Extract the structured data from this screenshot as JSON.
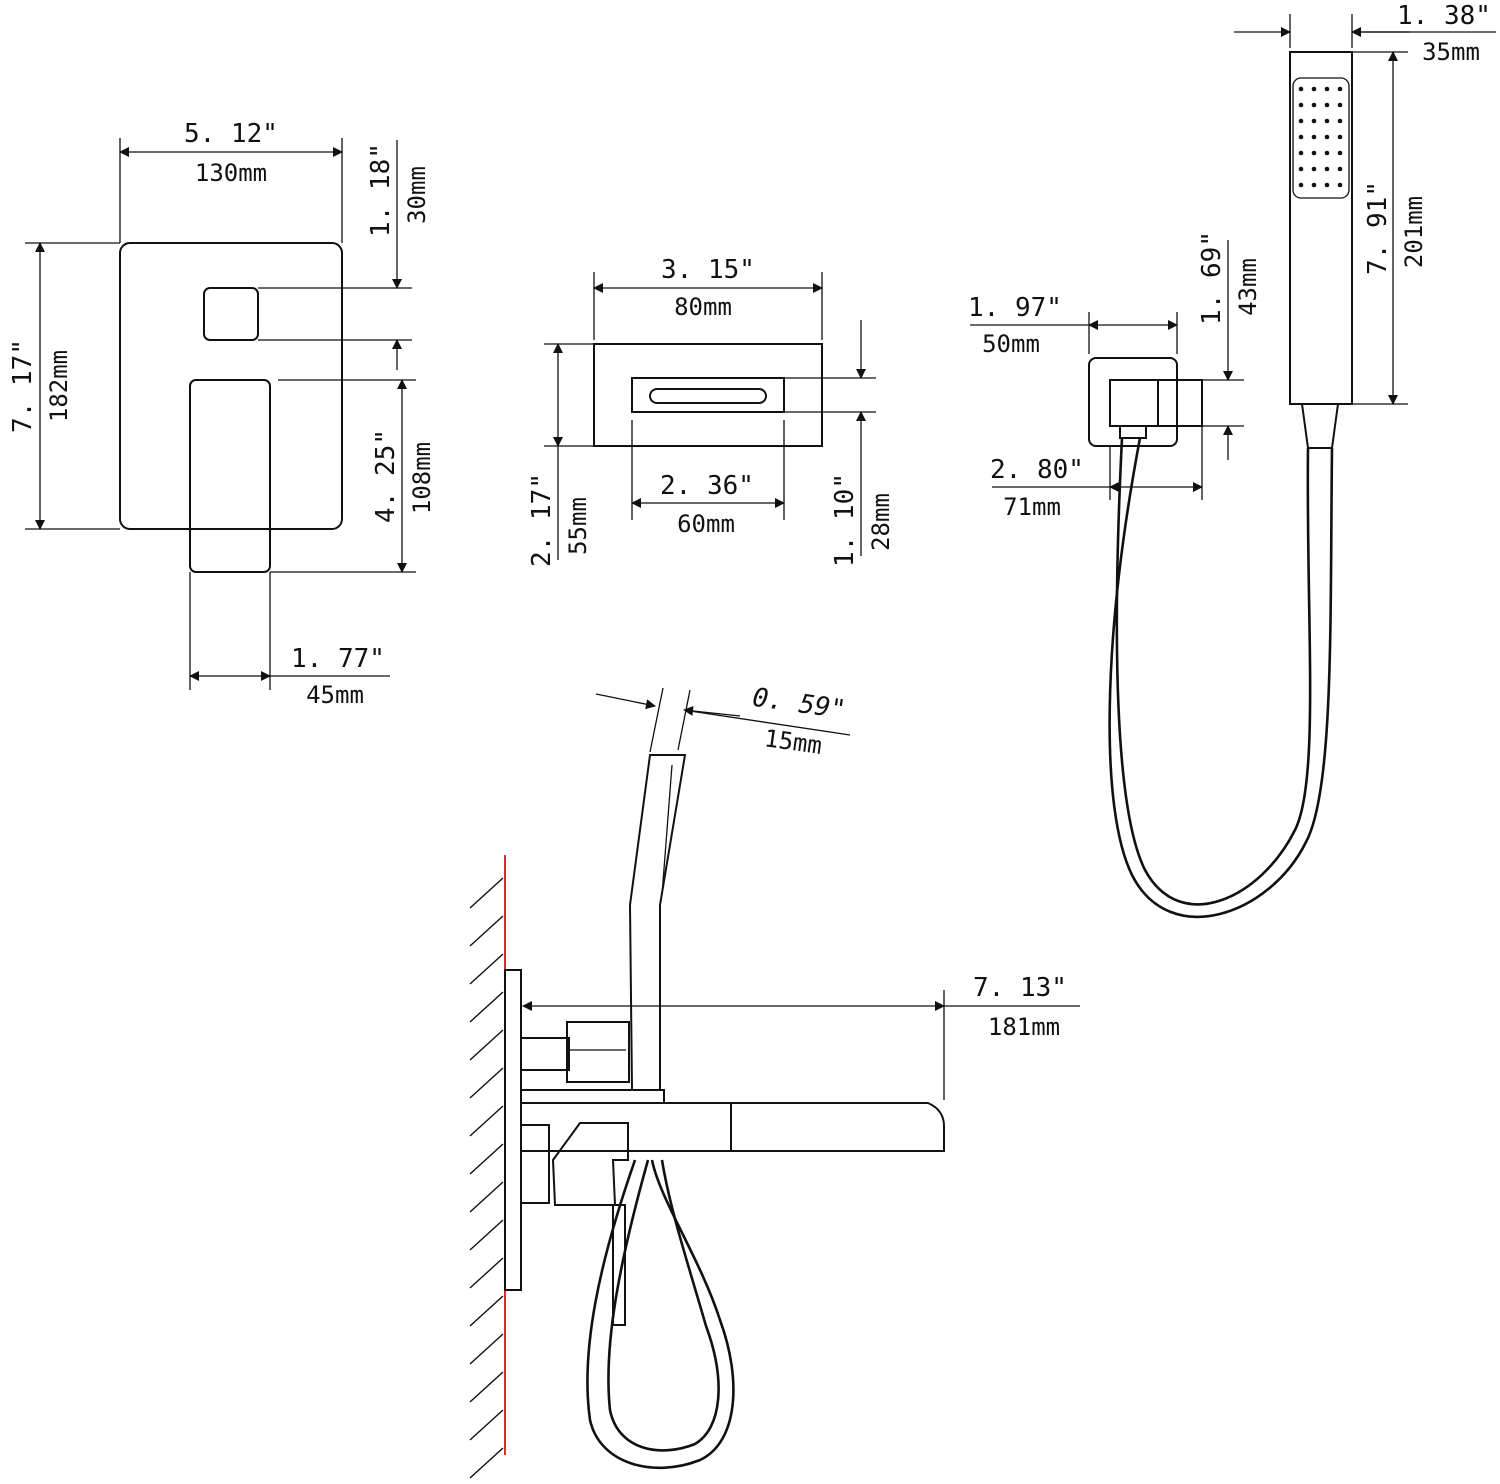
{
  "colors": {
    "line": "#111111",
    "wall_line": "#d32f2f",
    "background": "#ffffff"
  },
  "valve_plate": {
    "width_in": "5. 12\"",
    "width_mm": "130mm",
    "height_in": "7. 17\"",
    "height_mm": "182mm",
    "top_offset_in": "1. 18\"",
    "top_offset_mm": "30mm",
    "handle_height_in": "4. 25\"",
    "handle_height_mm": "108mm",
    "handle_width_in": "1. 77\"",
    "handle_width_mm": "45mm"
  },
  "spout": {
    "width_in": "3. 15\"",
    "width_mm": "80mm",
    "height_in": "2. 17\"",
    "height_mm": "55mm",
    "slot_width_in": "2. 36\"",
    "slot_width_mm": "60mm",
    "slot_height_in": "1. 10\"",
    "slot_height_mm": "28mm"
  },
  "holder": {
    "width_in": "1. 97\"",
    "width_mm": "50mm",
    "height_in": "1. 69\"",
    "height_mm": "43mm",
    "depth_in": "2. 80\"",
    "depth_mm": "71mm"
  },
  "hand_shower": {
    "width_in": "1. 38\"",
    "width_mm": "35mm",
    "length_in": "7. 91\"",
    "length_mm": "201mm"
  },
  "side_view": {
    "handle_thickness_in": "0. 59\"",
    "handle_thickness_mm": "15mm",
    "projection_in": "7. 13\"",
    "projection_mm": "181mm"
  }
}
